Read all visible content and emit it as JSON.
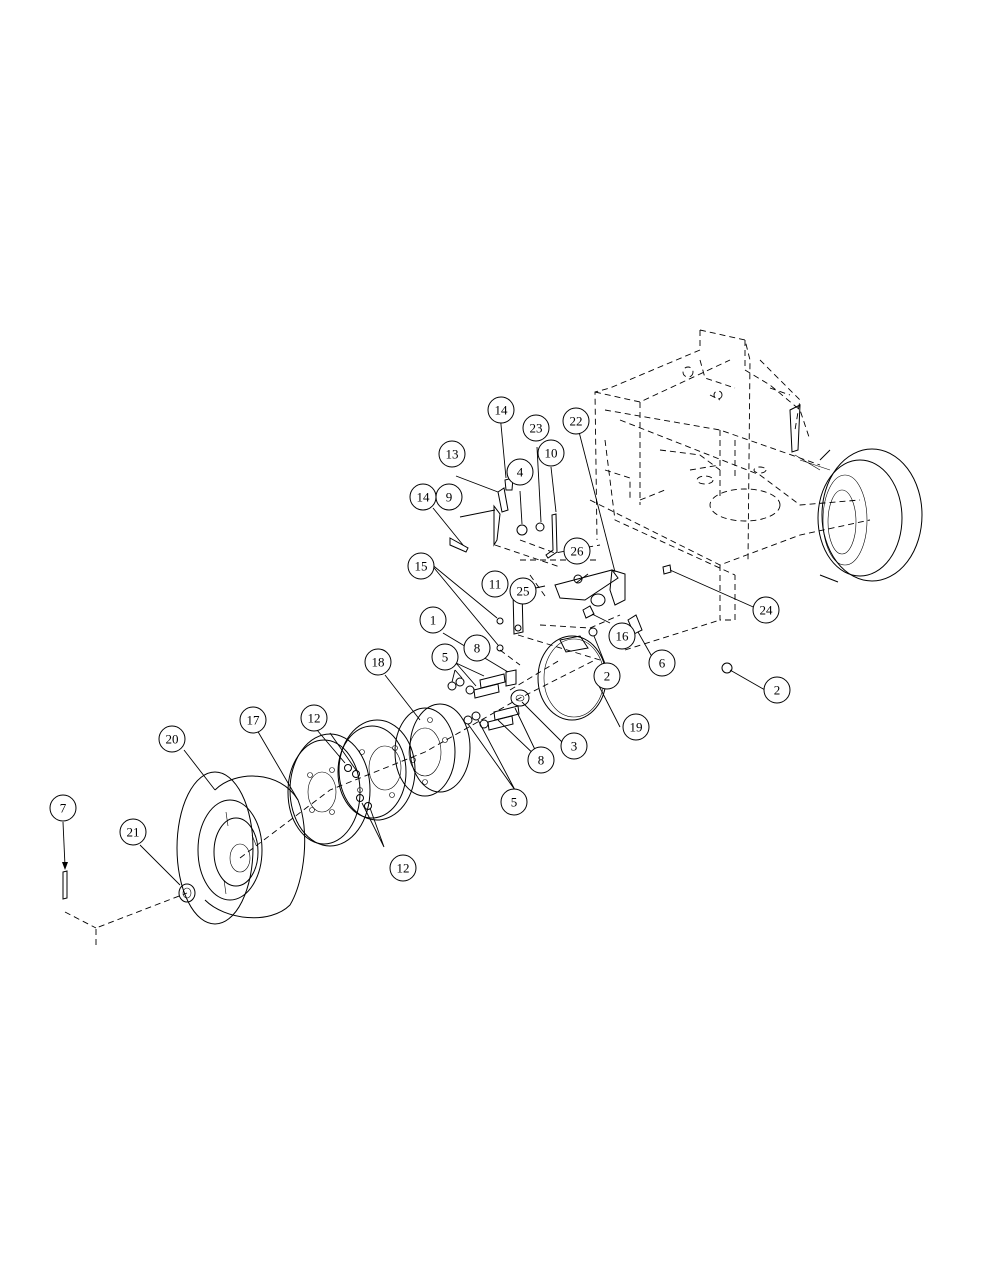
{
  "callouts": [
    {
      "id": "c1",
      "label": "1"
    },
    {
      "id": "c2a",
      "label": "2"
    },
    {
      "id": "c2b",
      "label": "2"
    },
    {
      "id": "c3",
      "label": "3"
    },
    {
      "id": "c4",
      "label": "4"
    },
    {
      "id": "c5a",
      "label": "5"
    },
    {
      "id": "c5b",
      "label": "5"
    },
    {
      "id": "c6",
      "label": "6"
    },
    {
      "id": "c7",
      "label": "7"
    },
    {
      "id": "c8a",
      "label": "8"
    },
    {
      "id": "c8b",
      "label": "8"
    },
    {
      "id": "c9",
      "label": "9"
    },
    {
      "id": "c10",
      "label": "10"
    },
    {
      "id": "c11",
      "label": "11"
    },
    {
      "id": "c12a",
      "label": "12"
    },
    {
      "id": "c12b",
      "label": "12"
    },
    {
      "id": "c13",
      "label": "13"
    },
    {
      "id": "c14a",
      "label": "14"
    },
    {
      "id": "c14b",
      "label": "14"
    },
    {
      "id": "c15",
      "label": "15"
    },
    {
      "id": "c16",
      "label": "16"
    },
    {
      "id": "c17",
      "label": "17"
    },
    {
      "id": "c18",
      "label": "18"
    },
    {
      "id": "c19",
      "label": "19"
    },
    {
      "id": "c20",
      "label": "20"
    },
    {
      "id": "c21",
      "label": "21"
    },
    {
      "id": "c22",
      "label": "22"
    },
    {
      "id": "c23",
      "label": "23"
    },
    {
      "id": "c24",
      "label": "24"
    },
    {
      "id": "c25",
      "label": "25"
    },
    {
      "id": "c26",
      "label": "26"
    }
  ]
}
